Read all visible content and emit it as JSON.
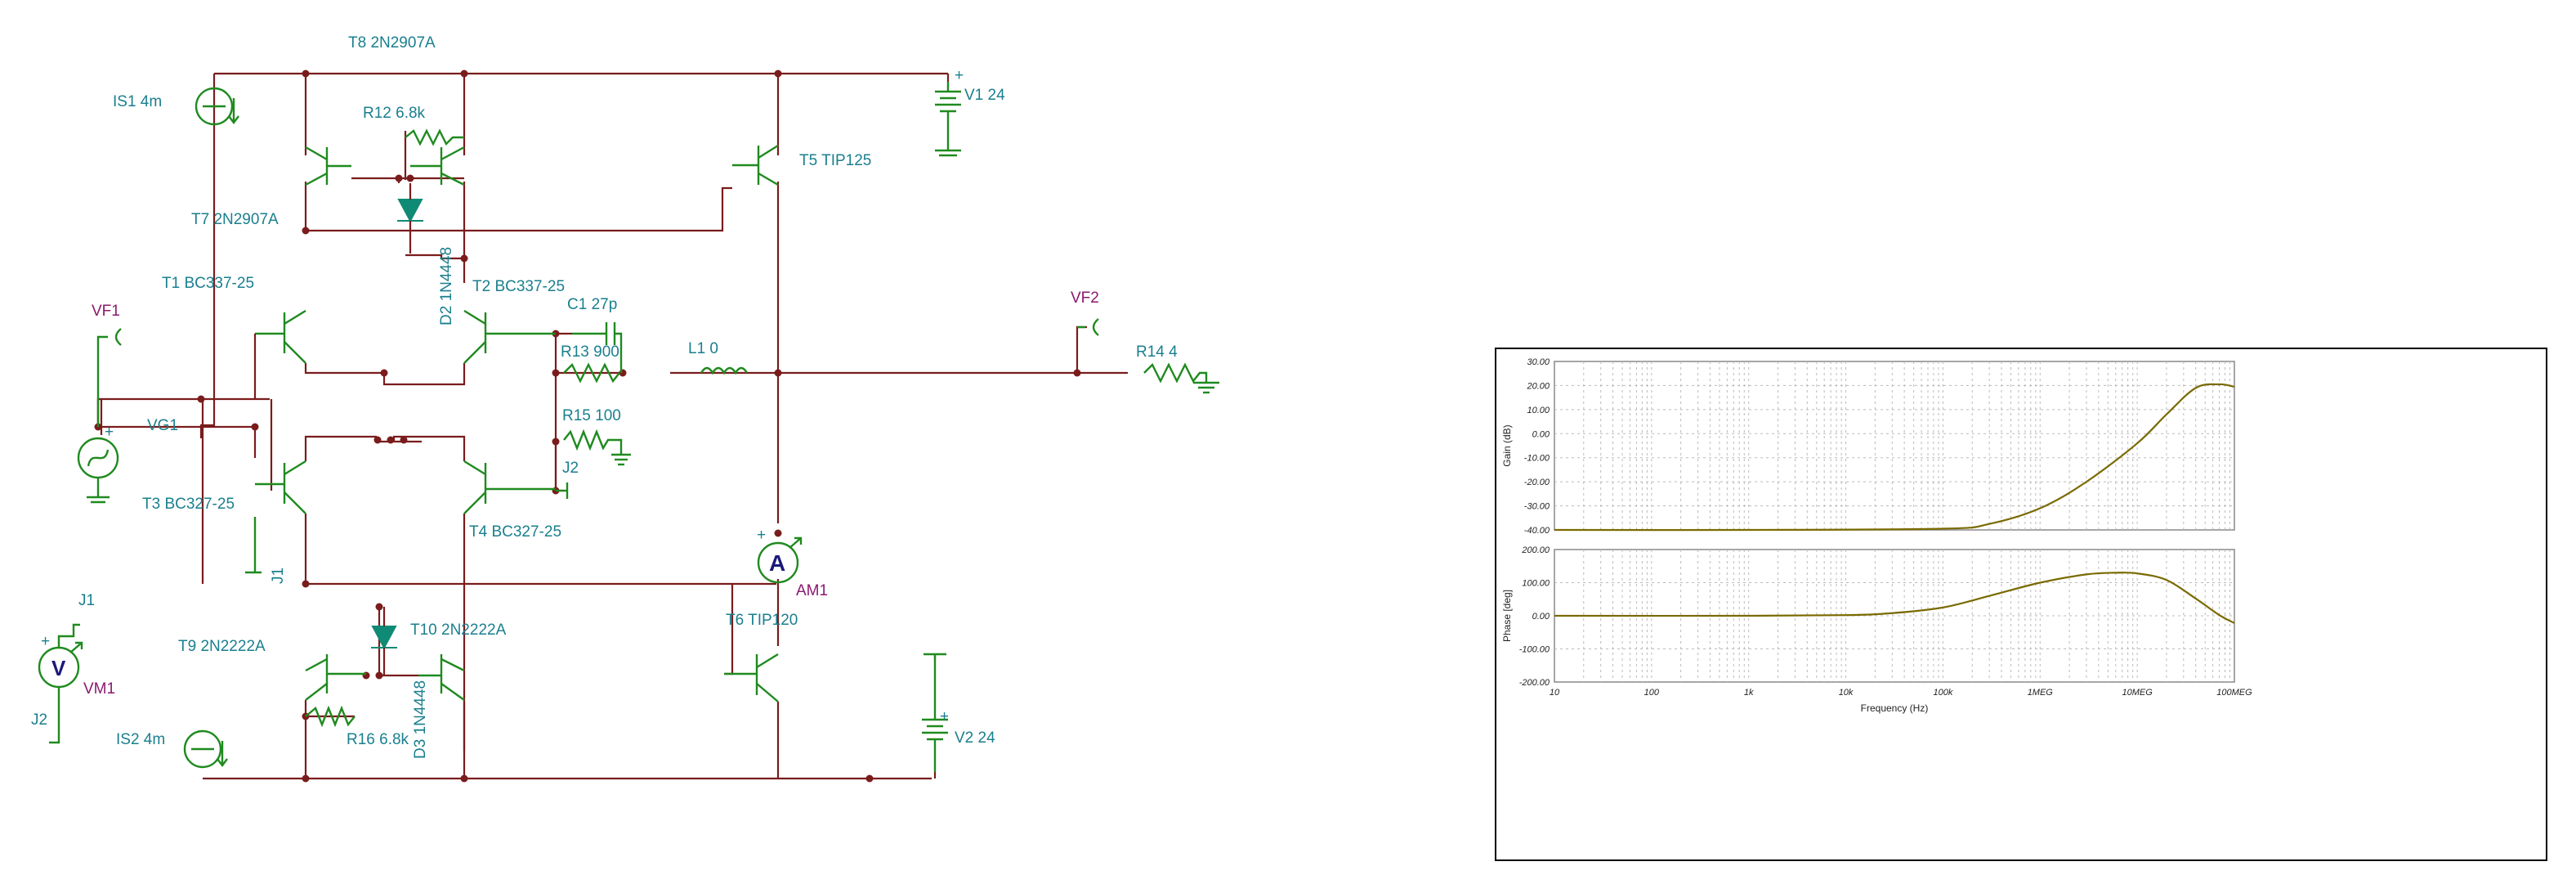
{
  "labels": {
    "t8": "T8 2N2907A",
    "is1": "IS1 4m",
    "r12": "R12 6.8k",
    "v1": "V1 24",
    "t5": "T5 TIP125",
    "t7": "T7 2N2907A",
    "d2": "D2 1N4448",
    "t1": "T1 BC337-25",
    "t2": "T2 BC337-25",
    "vf1": "VF1",
    "vf2": "VF2",
    "c1": "C1 27p",
    "r13": "R13 900",
    "l1": "L1 0",
    "r14": "R14 4",
    "vg1": "VG1",
    "r15": "R15 100",
    "j2a": "J2",
    "t3": "T3 BC327-25",
    "j1a": "J1",
    "t4": "T4 BC327-25",
    "am1": "AM1",
    "t10": "T10 2N2222A",
    "t9": "T9 2N2222A",
    "t6": "T6 TIP120",
    "j1b": "J1",
    "vm1": "VM1",
    "j2b": "J2",
    "r16": "R16 6.8k",
    "d3": "D3 1N4448",
    "is2": "IS2 4m",
    "v2": "V2 24",
    "am_symbol": "A",
    "vm_symbol": "V",
    "plus": "+"
  },
  "chart_data": [
    {
      "type": "line",
      "ylabel": "Gain (dB)",
      "xlabel": "",
      "x_scale": "log",
      "xlim": [
        10,
        100000000
      ],
      "ylim": [
        -40,
        30
      ],
      "y_ticks": [
        "30.00",
        "20.00",
        "10.00",
        "0.00",
        "-10.00",
        "-20.00",
        "-30.00",
        "-40.00"
      ],
      "grid": true,
      "series": [
        {
          "x": [
            10,
            1000,
            100000,
            300000,
            1000000,
            3000000,
            10000000,
            20000000,
            40000000,
            70000000,
            100000000
          ],
          "values": [
            -40,
            -40,
            -39.5,
            -37.5,
            -31,
            -20,
            -4,
            8,
            19,
            20.5,
            19.5
          ]
        }
      ]
    },
    {
      "type": "line",
      "ylabel": "Phase [deg]",
      "xlabel": "Frequency (Hz)",
      "x_scale": "log",
      "xlim": [
        10,
        100000000
      ],
      "ylim": [
        -200,
        200
      ],
      "x_ticks": [
        "10",
        "100",
        "1k",
        "10k",
        "100k",
        "1MEG",
        "10MEG",
        "100MEG"
      ],
      "y_ticks": [
        "200.00",
        "100.00",
        "0.00",
        "-100.00",
        "-200.00"
      ],
      "grid": true,
      "series": [
        {
          "x": [
            10,
            1000,
            10000,
            30000,
            100000,
            300000,
            1000000,
            3000000,
            6000000,
            10000000,
            20000000,
            40000000,
            70000000,
            100000000
          ],
          "values": [
            0,
            0,
            2,
            8,
            25,
            60,
            100,
            125,
            130,
            128,
            108,
            52,
            2,
            -22
          ]
        }
      ]
    }
  ]
}
